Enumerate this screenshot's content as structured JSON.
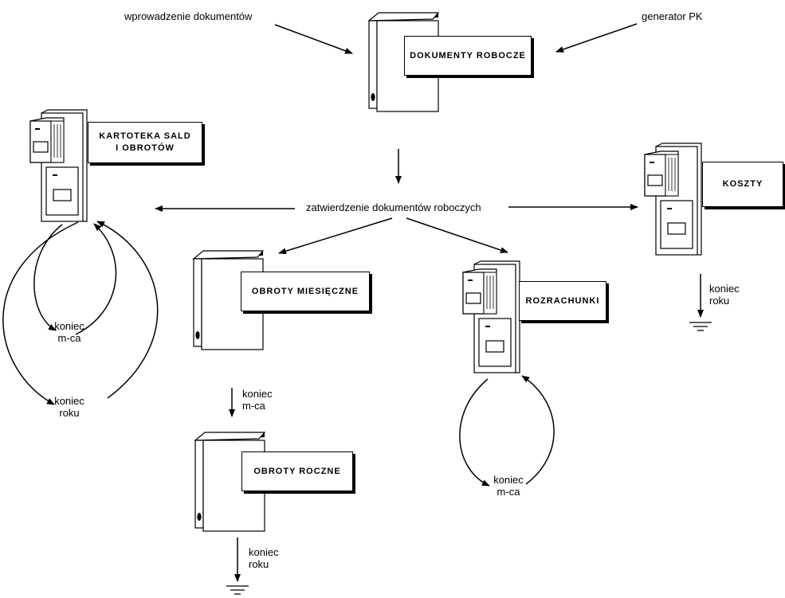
{
  "labels": {
    "wprowadzenie": "wprowadzenie dokumentów",
    "generator": "generator PK",
    "zatwierdzenie": "zatwierdzenie dokumentów roboczych"
  },
  "stores": {
    "dokumenty_robocze": "DOKUMENTY ROBOCZE",
    "kartoteka_line1": "KARTOTEKA SALD",
    "kartoteka_line2": "I OBROTÓW",
    "koszty": "KOSZTY",
    "obroty_miesieczne": "OBROTY MIESIĘCZNE",
    "rozrachunki": "ROZRACHUNKI",
    "obroty_roczne": "OBROTY ROCZNE"
  },
  "events": {
    "koniec": "koniec",
    "m_ca": "m-ca",
    "roku": "roku"
  }
}
